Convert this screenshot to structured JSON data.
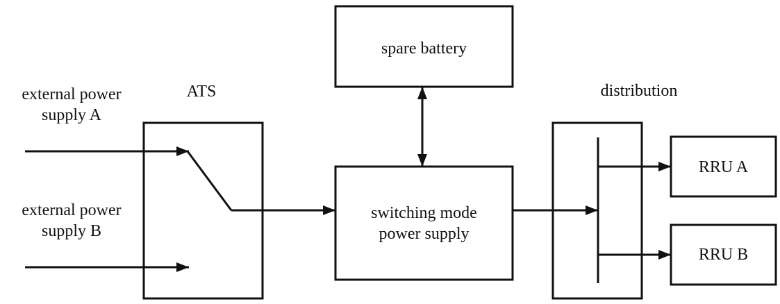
{
  "labels": {
    "external_a_line1": "external power",
    "external_a_line2": "supply A",
    "external_b_line1": "external power",
    "external_b_line2": "supply B",
    "ats": "ATS",
    "spare_battery": "spare battery",
    "smps_line1": "switching mode",
    "smps_line2": "power supply",
    "distribution": "distribution",
    "rru_a": "RRU A",
    "rru_b": "RRU B"
  }
}
